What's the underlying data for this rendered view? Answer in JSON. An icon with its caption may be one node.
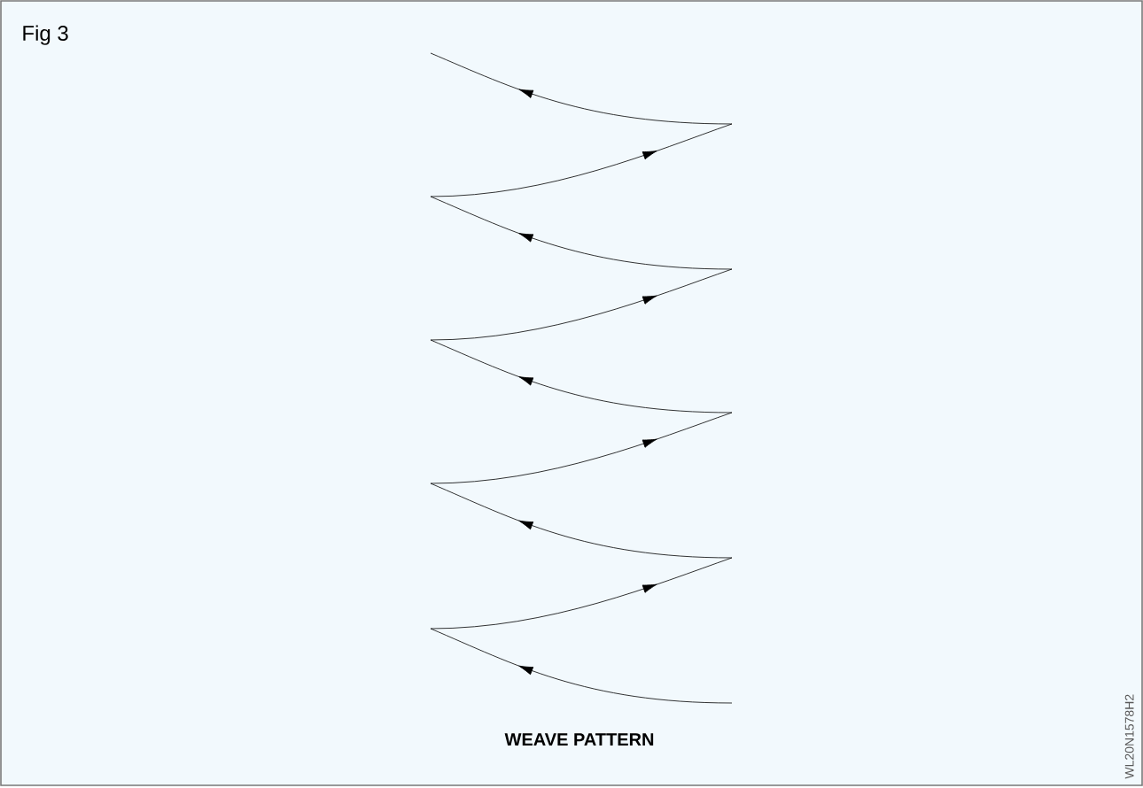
{
  "diagram": {
    "title": "Fig 3",
    "caption": "WEAVE PATTERN",
    "labels": [
      "WL20N1578H2"
    ]
  }
}
